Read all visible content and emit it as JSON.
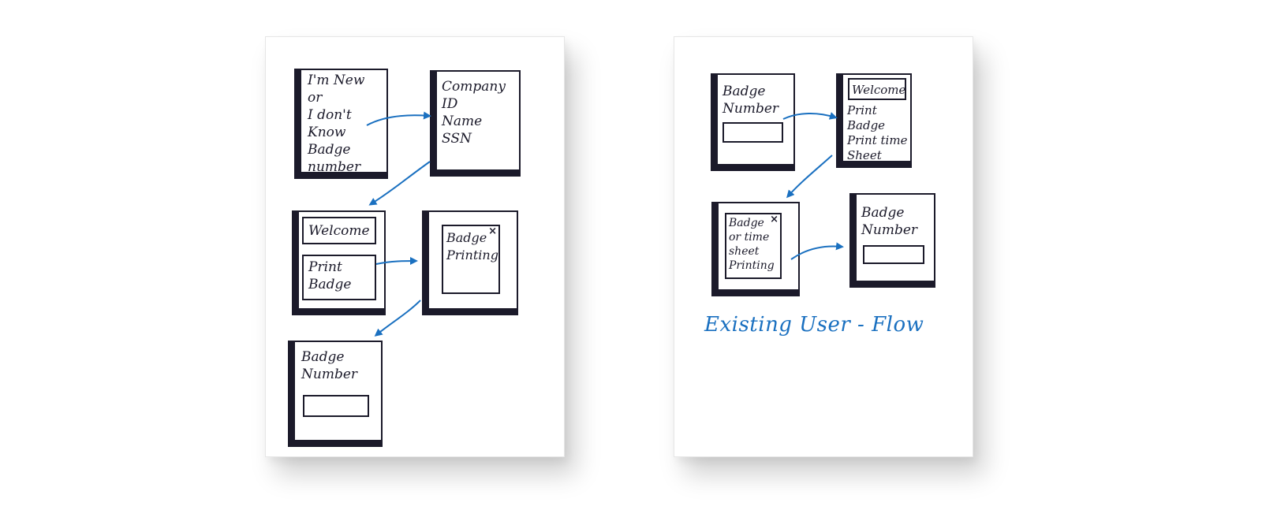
{
  "left_sheet": {
    "screen_new_user": {
      "text": "I'm New\n  or\nI don't\nKnow Badge\nnumber"
    },
    "screen_company": {
      "text": "Company\nID\nName\nSSN"
    },
    "screen_welcome": {
      "welcome": "Welcome",
      "print": "Print\nBadge"
    },
    "screen_badge_printing": {
      "text": "Badge\nPrinting",
      "close": "×"
    },
    "screen_badge_number": {
      "text": "Badge\nNumber"
    }
  },
  "right_sheet": {
    "screen_badge_number": {
      "text": "Badge\nNumber"
    },
    "screen_welcome": {
      "welcome": "Welcome",
      "options": "Print Badge\nPrint time\nSheet"
    },
    "screen_printing": {
      "text": "Badge\nor time\nsheet\nPrinting",
      "close": "×"
    },
    "screen_badge_number_2": {
      "text": "Badge\nNumber"
    },
    "caption": "Existing User - Flow"
  },
  "colors": {
    "ink": "#1b1a2a",
    "arrow": "#1a70c0"
  }
}
